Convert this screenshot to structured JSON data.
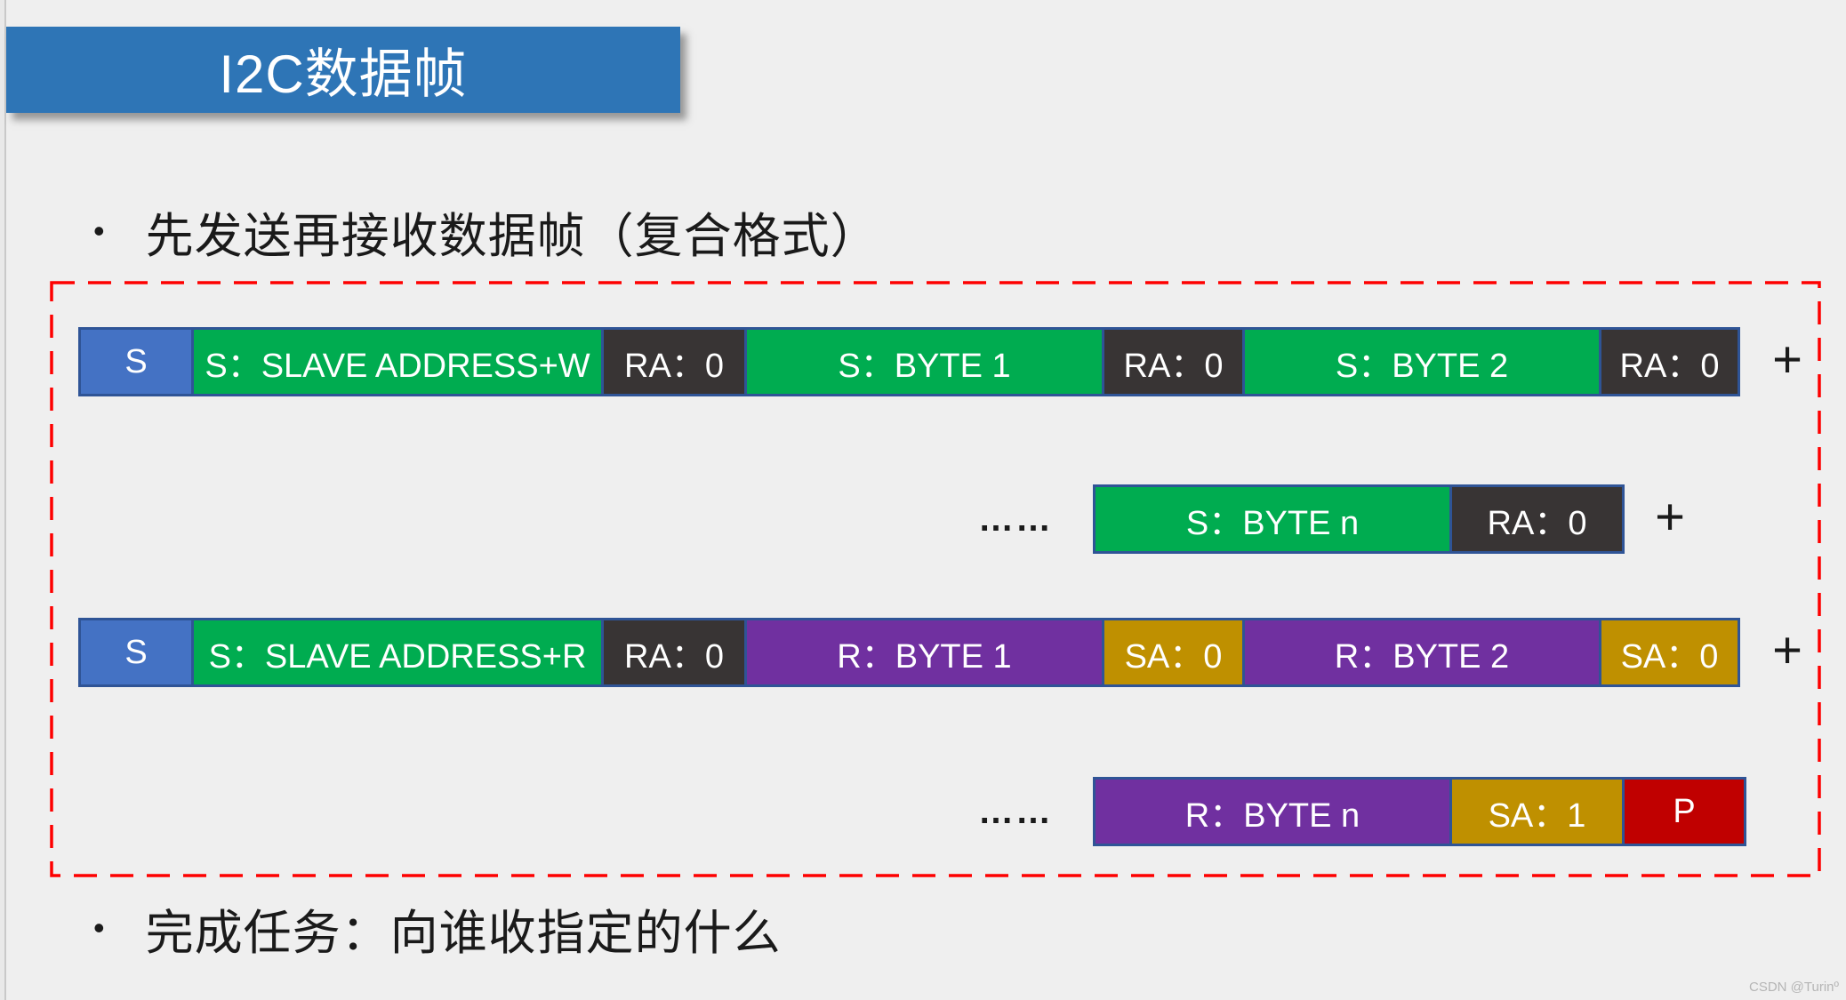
{
  "title": "I2C数据帧",
  "bullets": [
    {
      "marker": "•",
      "text": "先发送再接收数据帧（复合格式）"
    },
    {
      "marker": "•",
      "text": "完成任务：向谁收指定的什么"
    }
  ],
  "frame": {
    "rows": [
      {
        "cells": [
          {
            "label": "S",
            "type": "start-condition"
          },
          {
            "label": "S：SLAVE ADDRESS+W",
            "type": "send"
          },
          {
            "label": "RA：0",
            "type": "receiver-ack"
          },
          {
            "label": "S：BYTE 1",
            "type": "send"
          },
          {
            "label": "RA：0",
            "type": "receiver-ack"
          },
          {
            "label": "S：BYTE 2",
            "type": "send"
          },
          {
            "label": "RA：0",
            "type": "receiver-ack"
          }
        ],
        "trailing": "+"
      },
      {
        "leading": "……",
        "cells": [
          {
            "label": "S：BYTE n",
            "type": "send"
          },
          {
            "label": "RA：0",
            "type": "receiver-ack"
          }
        ],
        "trailing": "+"
      },
      {
        "cells": [
          {
            "label": "S",
            "type": "start-condition"
          },
          {
            "label": "S：SLAVE ADDRESS+R",
            "type": "send"
          },
          {
            "label": "RA：0",
            "type": "receiver-ack"
          },
          {
            "label": "R：BYTE 1",
            "type": "receive"
          },
          {
            "label": "SA：0",
            "type": "sender-ack"
          },
          {
            "label": "R：BYTE 2",
            "type": "receive"
          },
          {
            "label": "SA：0",
            "type": "sender-ack"
          }
        ],
        "trailing": "+"
      },
      {
        "leading": "……",
        "cells": [
          {
            "label": "R：BYTE n",
            "type": "receive"
          },
          {
            "label": "SA：1",
            "type": "sender-ack"
          },
          {
            "label": "P",
            "type": "stop-condition"
          }
        ]
      }
    ]
  },
  "watermark": "CSDN @Turinº",
  "colors": {
    "background": "#EFEFEF",
    "title_bar": "#2E75B6",
    "text": "#1A1A1A",
    "start": "#4472C4",
    "send": "#00AC50",
    "rack": "#383434",
    "recv": "#7030A0",
    "sack": "#BF9000",
    "stop": "#C00000",
    "cell_border": "#2F5496",
    "frame_border": "#FE0000",
    "watermark": "#B5B5B5"
  }
}
